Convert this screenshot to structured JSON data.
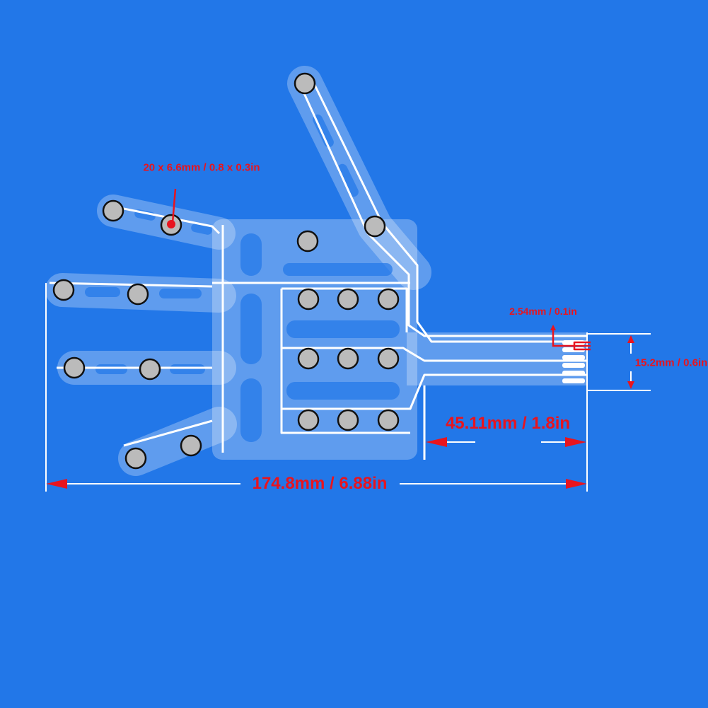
{
  "colors": {
    "background": "#2277e8",
    "annotation": "#e8141e",
    "outline": "#ffffff"
  },
  "labels": {
    "sensor_size": "20 x 6.6mm / 0.8 x 0.3in",
    "pin_pitch": "2.54mm / 0.1in",
    "connector_width": "15.2mm / 0.6in",
    "tail_length": "45.11mm / 1.8in",
    "total_width": "174.8mm / 6.88in"
  }
}
